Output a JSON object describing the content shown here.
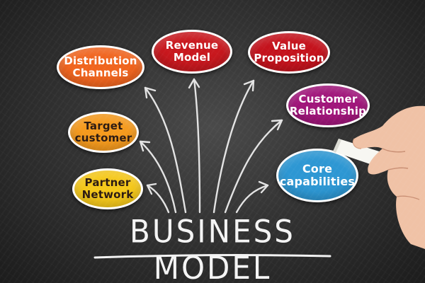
{
  "title": "BUSINESS MODEL",
  "nodes": {
    "distribution_channels": "Distribution\nChannels",
    "revenue_model": "Revenue\nModel",
    "value_proposition": "Value\nProposition",
    "customer_relationship": "Customer\nRelationship",
    "target_customer": "Target\ncustomer",
    "core_capabilities": "Core\ncapabilities",
    "partner_network": "Partner\nNetwork"
  },
  "colors": {
    "distribution_channels": "#f0641e",
    "revenue_model": "#c8181e",
    "value_proposition": "#c4121c",
    "customer_relationship": "#a0157a",
    "target_customer": "#f59a1d",
    "core_capabilities": "#2d97d3",
    "partner_network": "#f5c81a",
    "chalk": "#f4f4f4",
    "board": "#333333"
  }
}
